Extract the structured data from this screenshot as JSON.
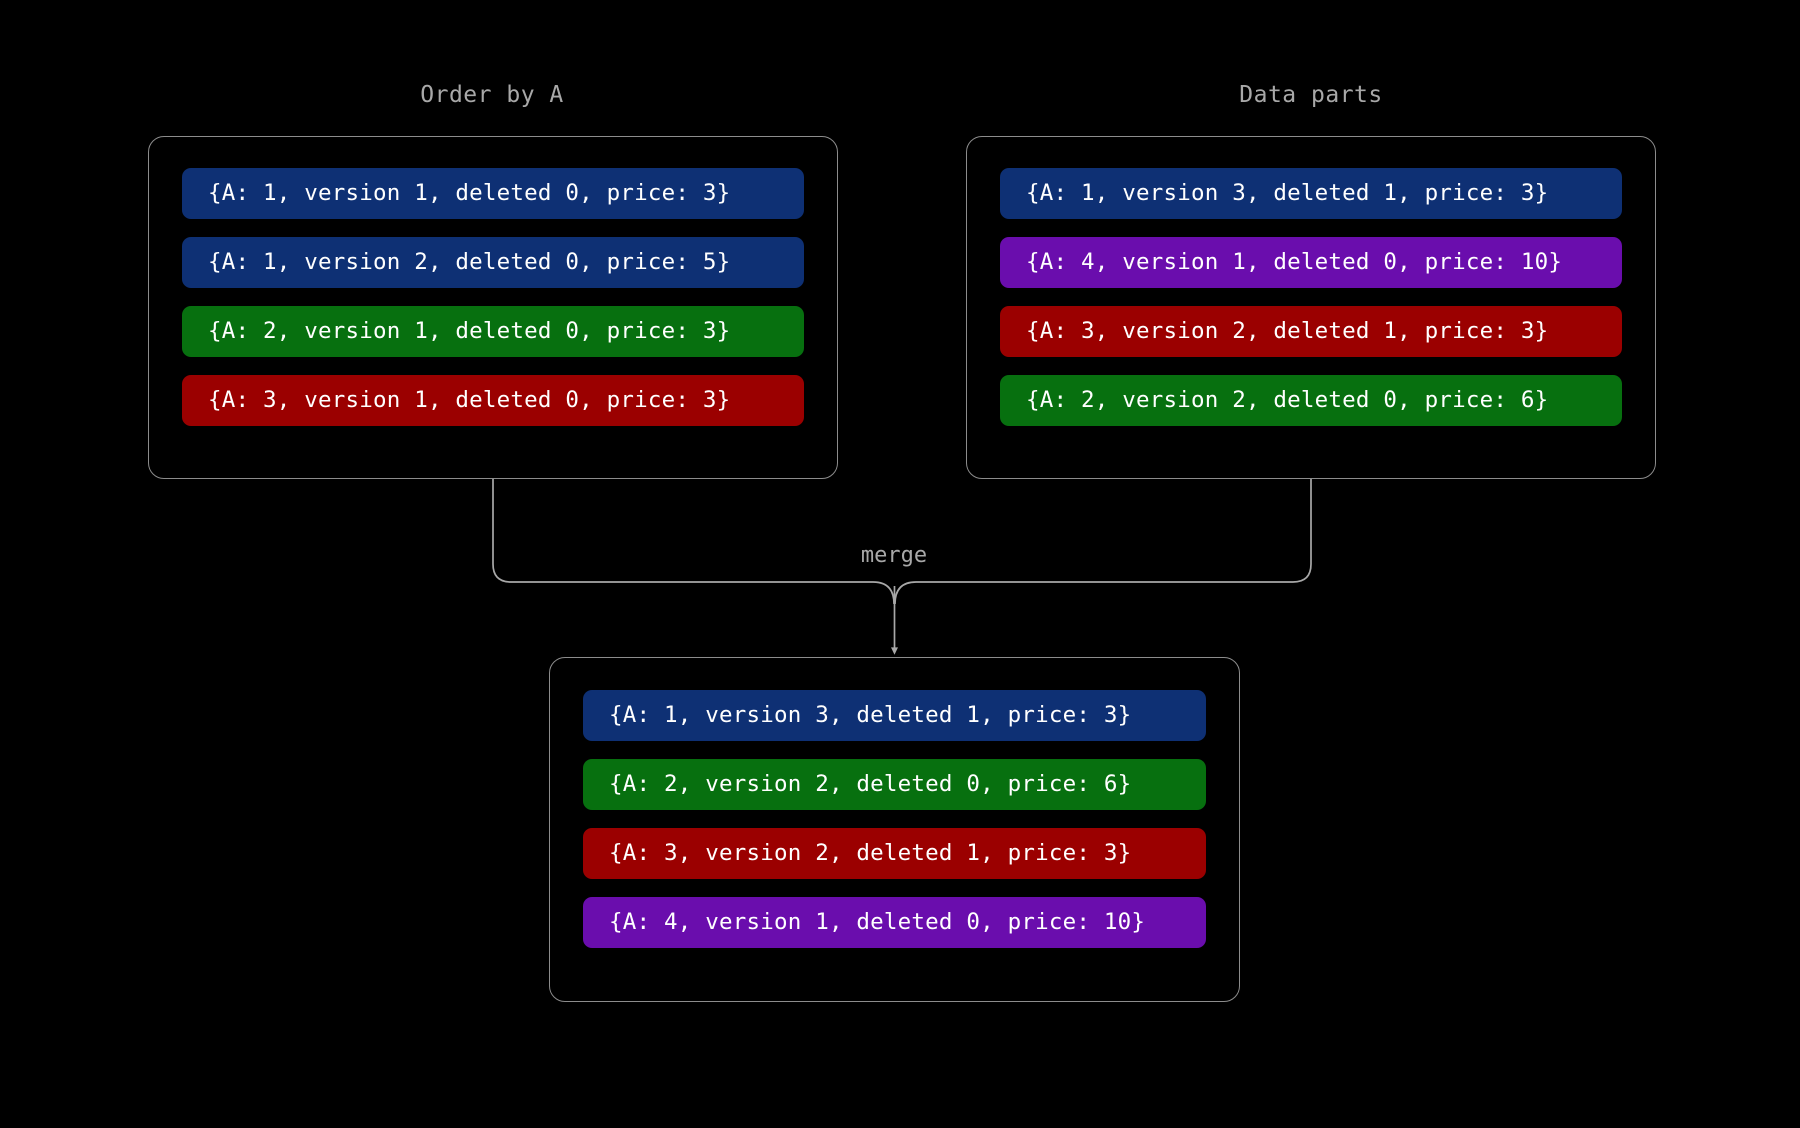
{
  "diagram": {
    "background_color": "#000000",
    "border_color": "#8c8c8c",
    "title_color": "#a8a8a8",
    "connector_color": "#a8a8a8",
    "merge_label": "merge",
    "groups": [
      {
        "name": "order-by-a",
        "title": "Order by A",
        "rows": [
          {
            "text": "{A: 1, version 1, deleted 0, price: 3}",
            "color": "#0e3074"
          },
          {
            "text": "{A: 1, version 2, deleted 0, price: 5}",
            "color": "#0e3074"
          },
          {
            "text": "{A: 2, version 1, deleted 0, price: 3}",
            "color": "#07700f"
          },
          {
            "text": "{A: 3, version 1, deleted 0, price: 3}",
            "color": "#9b0000"
          }
        ]
      },
      {
        "name": "data-parts",
        "title": "Data parts",
        "rows": [
          {
            "text": "{A: 1, version 3, deleted 1, price: 3}",
            "color": "#0e3074"
          },
          {
            "text": "{A: 4, version 1, deleted 0, price: 10}",
            "color": "#6a0dad"
          },
          {
            "text": "{A: 3, version 2, deleted 1, price: 3}",
            "color": "#9b0000"
          },
          {
            "text": "{A: 2, version 2, deleted 0, price: 6}",
            "color": "#07700f"
          }
        ]
      },
      {
        "name": "merged-result",
        "title": "",
        "rows": [
          {
            "text": "{A: 1, version 3, deleted 1, price: 3}",
            "color": "#0e3074"
          },
          {
            "text": "{A: 2, version 2, deleted 0, price: 6}",
            "color": "#07700f"
          },
          {
            "text": "{A: 3, version 2, deleted 1, price: 3}",
            "color": "#9b0000"
          },
          {
            "text": "{A: 4, version 1, deleted 0, price: 10}",
            "color": "#6a0dad"
          }
        ]
      }
    ]
  }
}
